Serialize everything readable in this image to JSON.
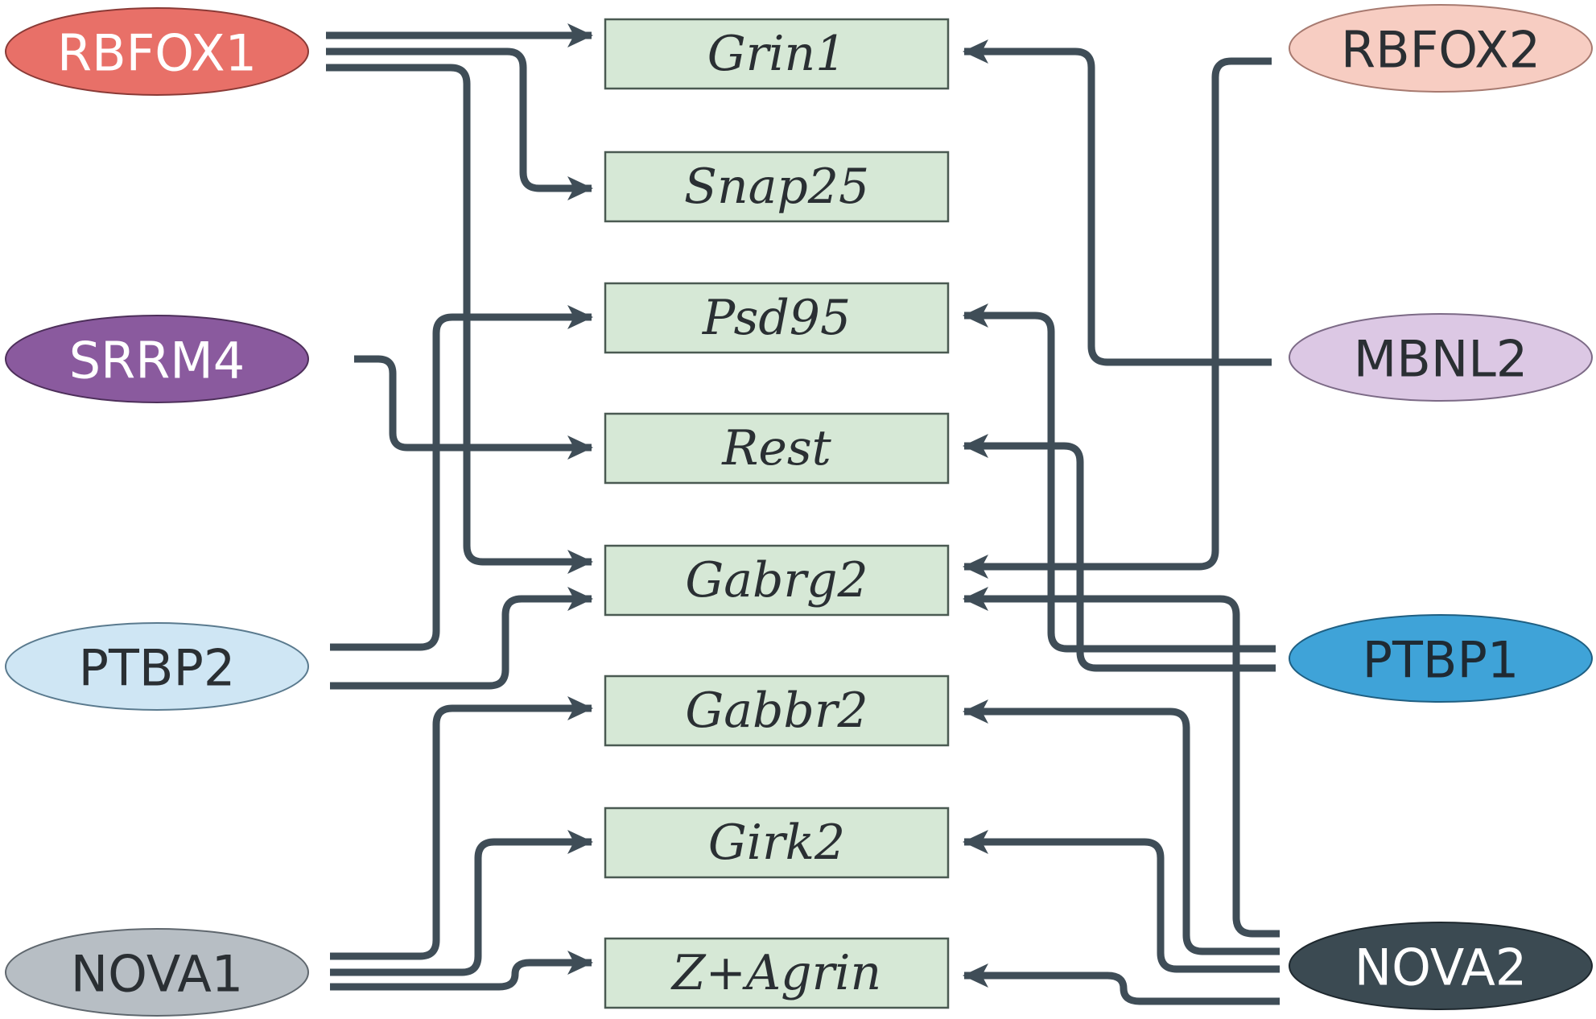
{
  "regulators": {
    "rbfox1": {
      "label": "RBFOX1",
      "fill": "#e87068",
      "text_color": "#ffffff"
    },
    "srrm4": {
      "label": "SRRM4",
      "fill": "#8a5a9e",
      "text_color": "#ffffff"
    },
    "ptbp2": {
      "label": "PTBP2",
      "fill": "#cfe6f4",
      "text_color": "#2a2f33"
    },
    "nova1": {
      "label": "NOVA1",
      "fill": "#b7bec4",
      "text_color": "#2a2f33"
    },
    "rbfox2": {
      "label": "RBFOX2",
      "fill": "#f7cdc2",
      "text_color": "#2a2f33"
    },
    "mbnl2": {
      "label": "MBNL2",
      "fill": "#dcc8e4",
      "text_color": "#2a2f33"
    },
    "ptbp1": {
      "label": "PTBP1",
      "fill": "#3fa3d8",
      "text_color": "#1f2a33"
    },
    "nova2": {
      "label": "NOVA2",
      "fill": "#3b4a52",
      "text_color": "#ffffff"
    }
  },
  "targets": {
    "grin1": {
      "label": "Grin1"
    },
    "snap25": {
      "label": "Snap25"
    },
    "psd95": {
      "label": "Psd95"
    },
    "rest": {
      "label": "Rest"
    },
    "gabrg2": {
      "label": "Gabrg2"
    },
    "gabbr2": {
      "label": "Gabbr2"
    },
    "girk2": {
      "label": "Girk2"
    },
    "zagrin": {
      "label": "Z+Agrin"
    }
  },
  "edges": [
    {
      "from": "RBFOX1",
      "to": "Grin1"
    },
    {
      "from": "RBFOX1",
      "to": "Snap25"
    },
    {
      "from": "RBFOX1",
      "to": "Gabrg2"
    },
    {
      "from": "SRRM4",
      "to": "Rest"
    },
    {
      "from": "PTBP2",
      "to": "Psd95"
    },
    {
      "from": "PTBP2",
      "to": "Gabrg2"
    },
    {
      "from": "NOVA1",
      "to": "Gabbr2"
    },
    {
      "from": "NOVA1",
      "to": "Girk2"
    },
    {
      "from": "NOVA1",
      "to": "Z+Agrin"
    },
    {
      "from": "RBFOX2",
      "to": "Gabrg2"
    },
    {
      "from": "MBNL2",
      "to": "Grin1"
    },
    {
      "from": "PTBP1",
      "to": "Psd95"
    },
    {
      "from": "PTBP1",
      "to": "Rest"
    },
    {
      "from": "NOVA2",
      "to": "Gabrg2"
    },
    {
      "from": "NOVA2",
      "to": "Gabbr2"
    },
    {
      "from": "NOVA2",
      "to": "Girk2"
    },
    {
      "from": "NOVA2",
      "to": "Z+Agrin"
    }
  ],
  "colors": {
    "edge": "#3f4d57",
    "target_fill": "#d6e8d6",
    "target_stroke": "#4a5a52"
  }
}
